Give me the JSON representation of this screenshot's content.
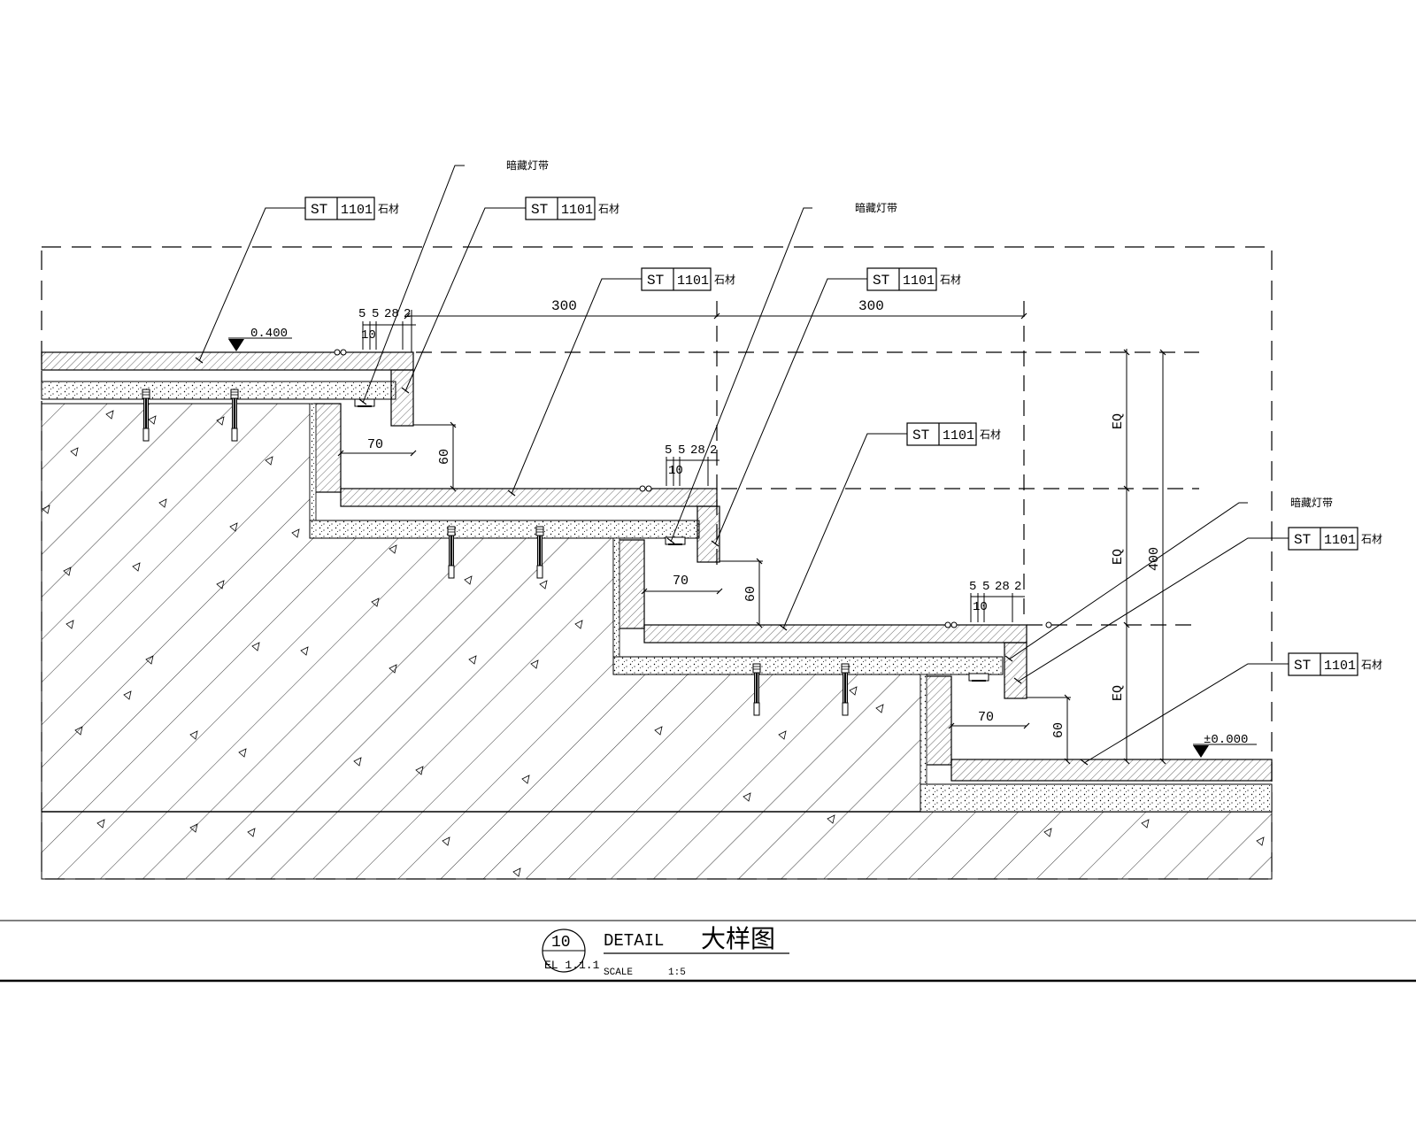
{
  "drawing": {
    "elevation_top": "0.400",
    "elevation_bottom": "±0.000",
    "material_code": "ST",
    "material_number": "1101",
    "material_name": "石材",
    "light_strip_note": "暗藏灯带",
    "dims": {
      "tread_depth": "300",
      "riser_offset": "70",
      "riser_height": "60",
      "total_height": "400",
      "equal": "EQ",
      "edge_a": "5",
      "edge_b": "5",
      "edge_c": "28",
      "edge_d": "2",
      "edge_e": "10"
    }
  },
  "title_block": {
    "detail_number": "10",
    "reference": "EL 1.1.1",
    "label": "DETAIL",
    "title_cn": "大样图",
    "scale_label": "SCALE",
    "scale_value": "1:5"
  },
  "colors": {
    "line": "#000000",
    "background": "#ffffff"
  }
}
